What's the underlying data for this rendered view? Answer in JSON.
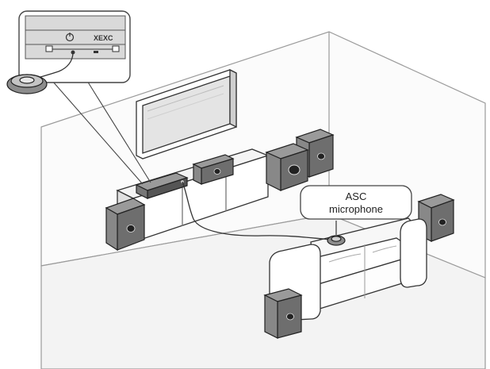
{
  "callout": {
    "line1": "ASC",
    "line2": "microphone"
  },
  "inset": {
    "panel_label": "XEXC"
  },
  "colors": {
    "line": "#3a3a3a",
    "wall_fill": "#fafafa",
    "floor_fill": "#f2f2f2",
    "speaker_side": "#8a8a8a",
    "speaker_front": "#6e6e6e",
    "screen_fill": "#e6e6e6"
  }
}
